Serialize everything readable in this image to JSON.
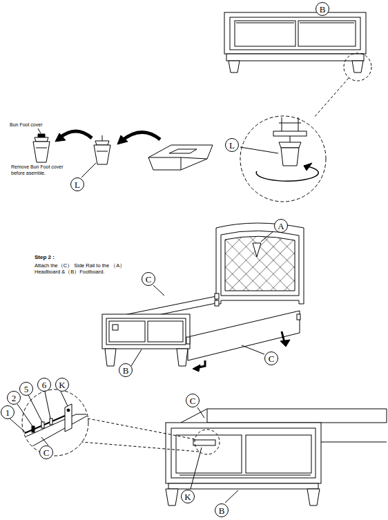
{
  "diagram": {
    "nodes": [
      {
        "text": [
          "B"
        ]
      },
      {
        "text": [
          "L"
        ]
      },
      {
        "text": [
          "L"
        ]
      },
      {
        "text": [
          "A"
        ]
      },
      {
        "text": [
          "C"
        ]
      },
      {
        "text": [
          "C"
        ]
      },
      {
        "text": [
          "B"
        ]
      },
      {
        "text": [
          "1"
        ]
      },
      {
        "text": [
          "2"
        ]
      },
      {
        "text": [
          "5"
        ]
      },
      {
        "text": [
          "6"
        ]
      },
      {
        "text": [
          "K"
        ]
      },
      {
        "text": [
          "C"
        ]
      },
      {
        "text": [
          "C"
        ]
      },
      {
        "text": [
          "K"
        ]
      },
      {
        "text": [
          "B"
        ]
      }
    ],
    "labels": [
      "Bun Foot cover",
      "Remove Bun Foot cover before asemble.",
      "Step 2 :",
      "Attach the（C） Side Rail to the （A） Headboard &（B）Footboard."
    ]
  }
}
